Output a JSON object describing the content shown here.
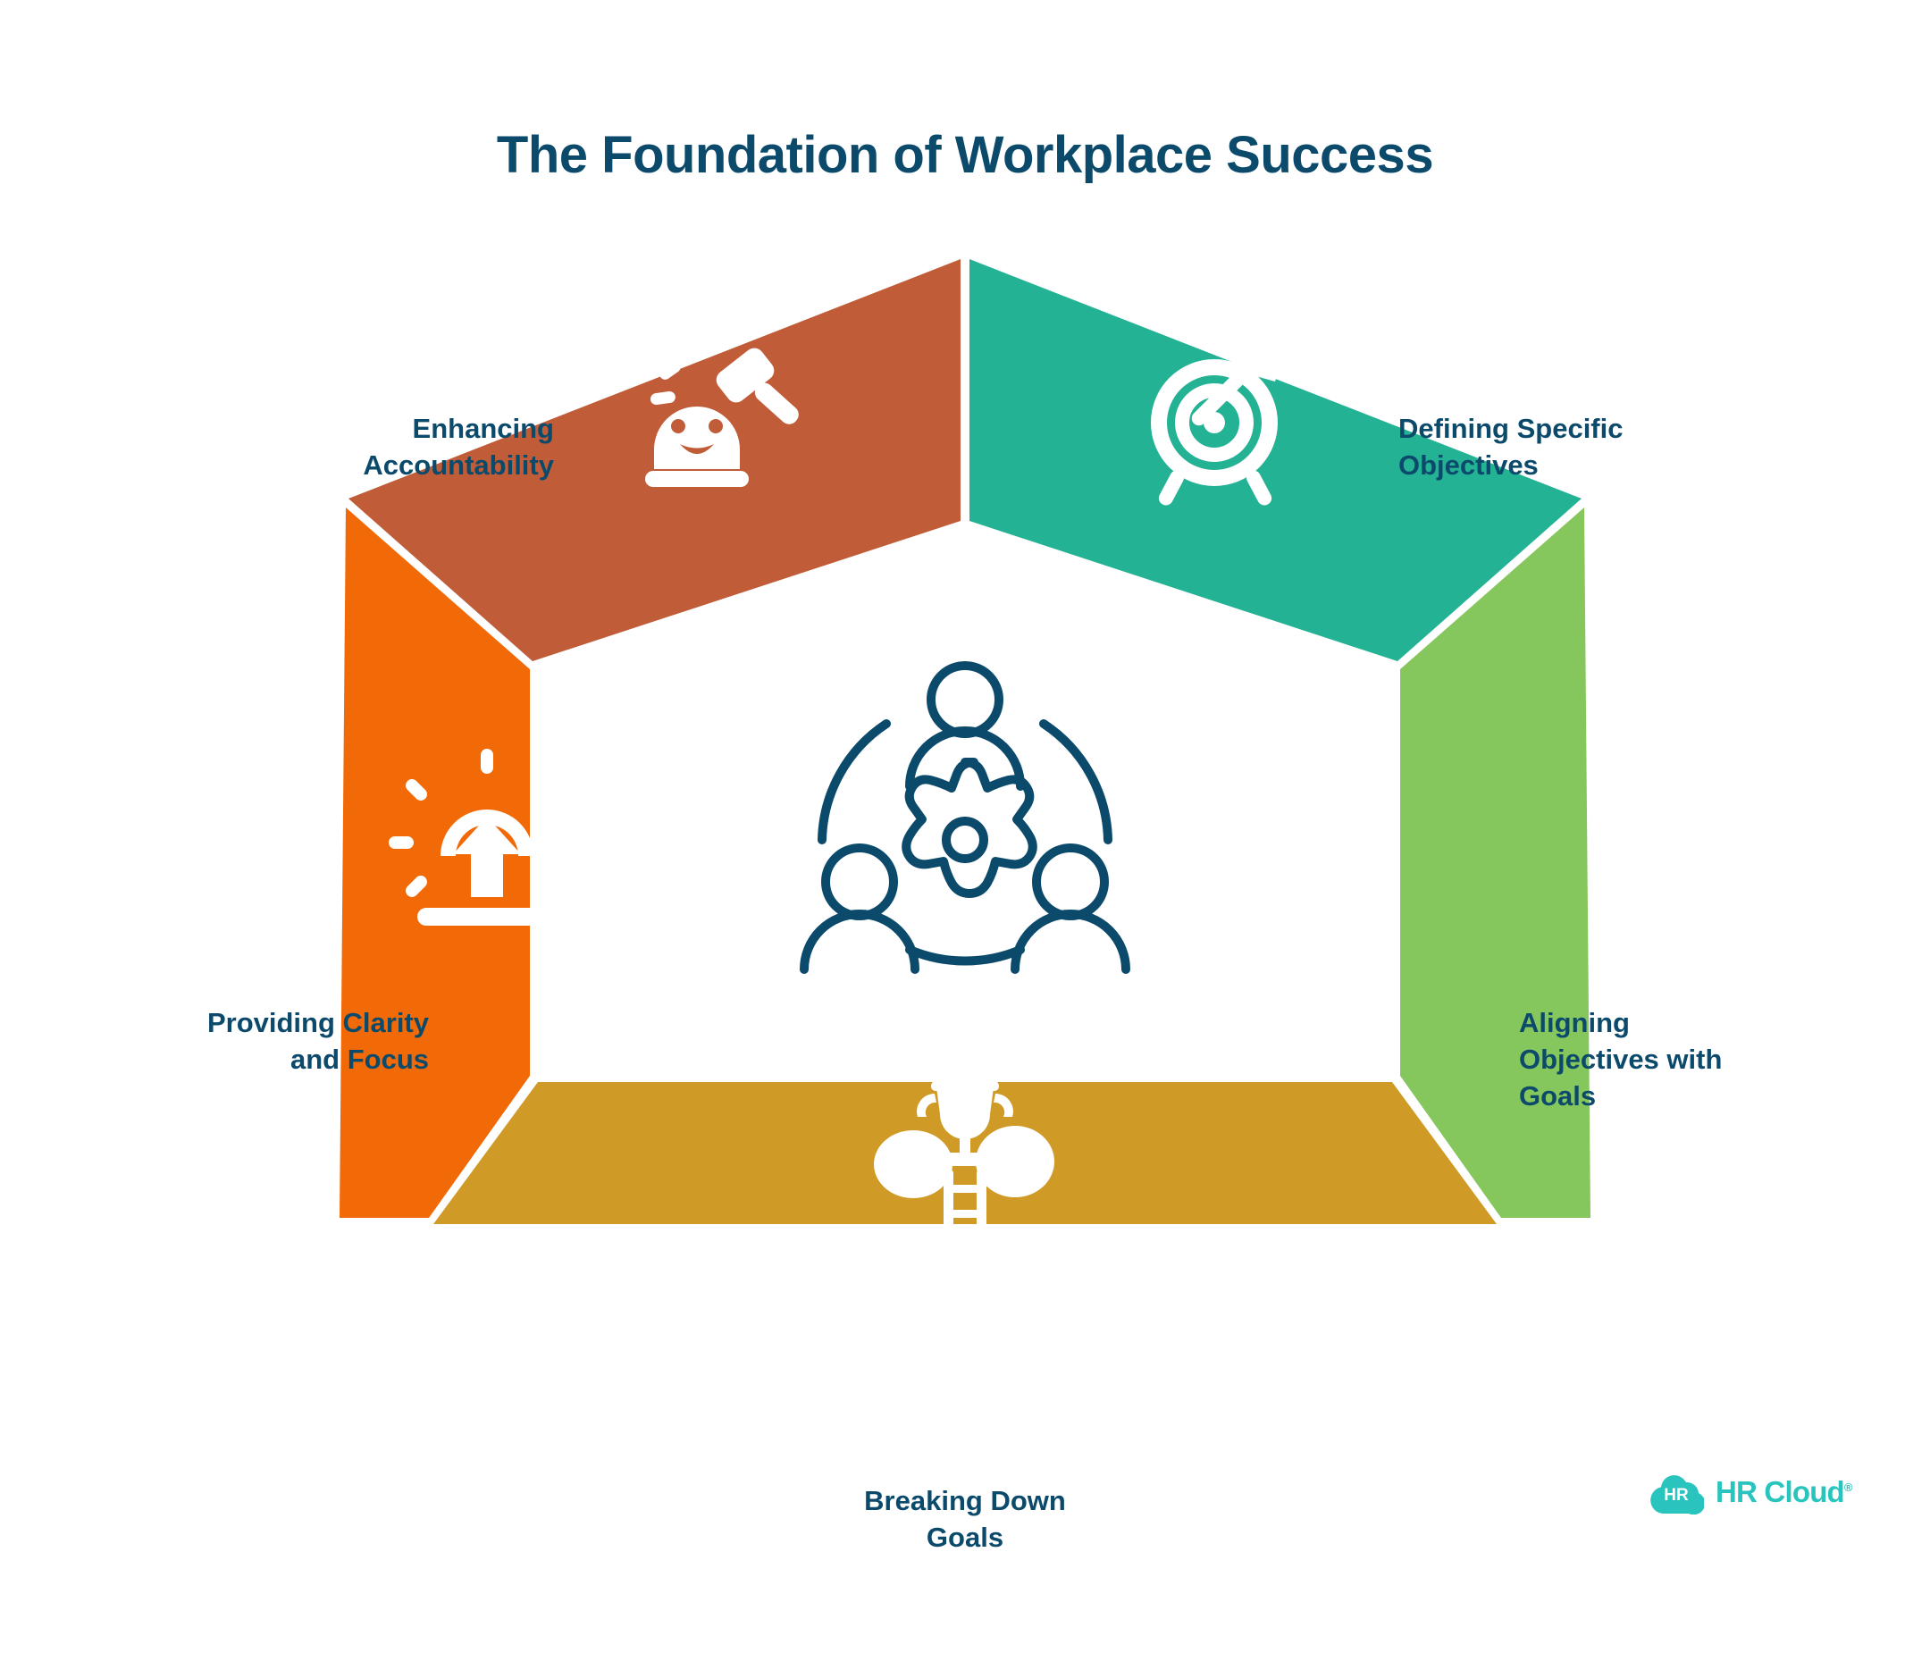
{
  "page": {
    "title": "The Foundation of Workplace Success",
    "background_color": "#ffffff",
    "text_color": "#0c4a6b"
  },
  "diagram": {
    "type": "pentagon-segments",
    "center_icon": {
      "name": "team-collaboration-icon",
      "description": "Three people around a gear",
      "color": "#0c4a6b"
    },
    "segments": [
      {
        "id": "defining-specific-objectives",
        "label_line1": "Defining Specific",
        "label_line2": "Objectives",
        "label_line3": "",
        "color": "#23b294",
        "icon": "target-arrow-icon",
        "position": "top-right"
      },
      {
        "id": "aligning-objectives-with-goals",
        "label_line1": "Aligning",
        "label_line2": "Objectives with",
        "label_line3": "Goals",
        "color": "#85c75c",
        "icon": "person-target-icon",
        "position": "right"
      },
      {
        "id": "breaking-down-goals",
        "label_line1": "Breaking Down",
        "label_line2": "Goals",
        "label_line3": "",
        "color": "#d09a26",
        "icon": "trophy-ladder-icon",
        "position": "bottom"
      },
      {
        "id": "providing-clarity-and-focus",
        "label_line1": "Providing Clarity",
        "label_line2": "and Focus",
        "label_line3": "",
        "color": "#f26a07",
        "icon": "sun-arrow-icon",
        "position": "left"
      },
      {
        "id": "enhancing-accountability",
        "label_line1": "Enhancing",
        "label_line2": "Accountability",
        "label_line3": "",
        "color": "#c05c37",
        "icon": "gavel-bell-icon",
        "position": "top-left"
      }
    ]
  },
  "logo": {
    "badge_text": "HR",
    "wordmark": "HR Cloud",
    "registered_mark": "®",
    "color": "#29c4bd",
    "badge_text_color": "#ffffff"
  }
}
